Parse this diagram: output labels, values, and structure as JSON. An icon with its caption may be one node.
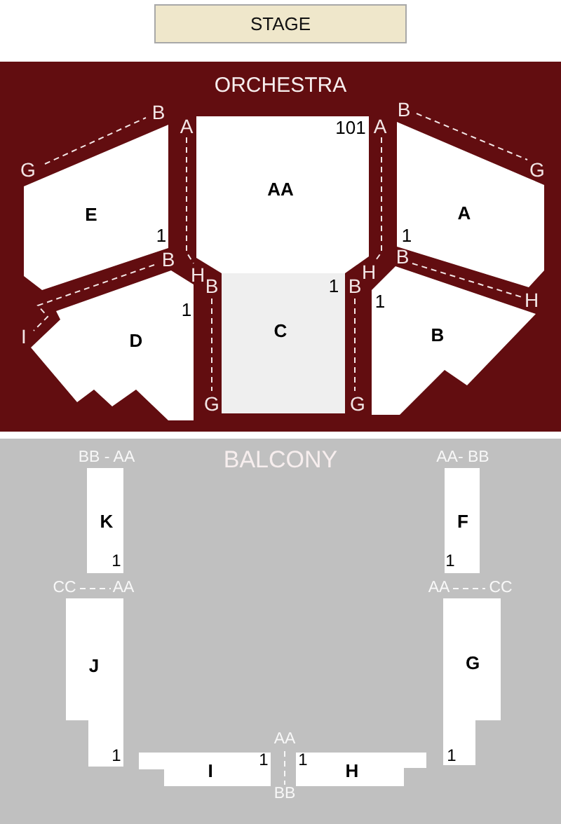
{
  "diagram": {
    "nodes": [
      {
        "text": [
          "STAGE"
        ]
      },
      {
        "text": [
          "ORCHESTRA"
        ]
      },
      {
        "text": [
          "E",
          "1"
        ],
        "in": 1
      },
      {
        "text": [
          "AA",
          "101"
        ],
        "in": 1
      },
      {
        "text": [
          "A",
          "1"
        ],
        "in": 1
      },
      {
        "text": [
          "D",
          "1"
        ],
        "in": 1
      },
      {
        "text": [
          "C",
          "1"
        ],
        "in": 1
      },
      {
        "text": [
          "B",
          "1"
        ],
        "in": 1
      },
      {
        "text": [
          "BALCONY"
        ]
      },
      {
        "text": [
          "K",
          "1"
        ],
        "in": 8
      },
      {
        "text": [
          "F",
          "1"
        ],
        "in": 8
      },
      {
        "text": [
          "J",
          "1"
        ],
        "in": 8
      },
      {
        "text": [
          "G",
          "1"
        ],
        "in": 8
      },
      {
        "text": [
          "I",
          "1"
        ],
        "in": 8
      },
      {
        "text": [
          "H",
          "1"
        ],
        "in": 8
      }
    ],
    "labels": [
      "B",
      "B",
      "A",
      "A",
      "G",
      "G",
      "B",
      "B",
      "H",
      "H",
      "B",
      "B",
      "H",
      "I",
      "G",
      "G",
      "BB - AA",
      "AA- BB",
      "CC",
      "AA",
      "AA",
      "CC",
      "AA",
      "BB"
    ]
  }
}
